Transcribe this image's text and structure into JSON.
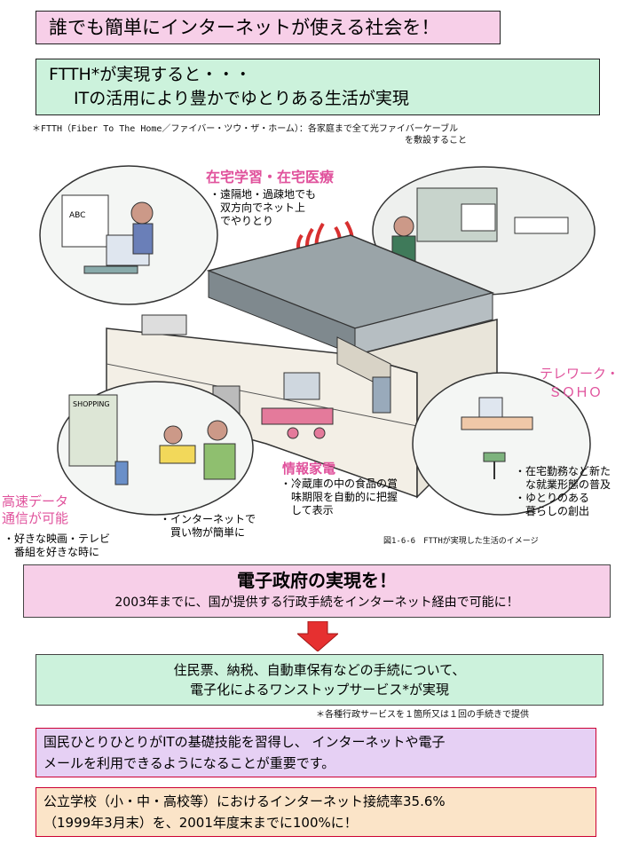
{
  "header": {
    "title": "誰でも簡単にインターネットが使える社会を！"
  },
  "ftth": {
    "line1": "FTTH*が実現すると・・・",
    "line2": "ITの活用により豊かでゆとりある生活が実現",
    "footnote1": "＊FTTH（Fiber To The Home／ファイバー・ツウ・ザ・ホーム）：各家庭まで全て光ファイバーケーブル",
    "footnote2": "を敷設すること"
  },
  "illustration": {
    "remote_label": "在宅学習・在宅医療",
    "remote_desc": [
      "・遠隔地・過疎地でも",
      "　双方向でネット上",
      "　でやりとり"
    ],
    "telework_label1": "テレワーク・",
    "telework_label2": "ＳＯＨＯ",
    "telework_desc": [
      "・在宅勤務など新た",
      "　な就業形態の普及",
      "・ゆとりのある",
      "　暮らしの創出"
    ],
    "appliance_label": "情報家電",
    "appliance_desc": [
      "・冷蔵庫の中の食品の賞",
      "　味期限を自動的に把握",
      "　して表示"
    ],
    "shopping_desc": [
      "・インターネットで",
      "　買い物が簡単に"
    ],
    "highspeed_label1": "高速データ",
    "highspeed_label2": "通信が可能",
    "highspeed_desc": [
      "・好きな映画・テレビ",
      "　番組を好きな時に"
    ],
    "shop_sign": "SHOPPING",
    "caption": "図1-6-6　FTTHが実現した生活のイメージ"
  },
  "egov": {
    "title": "電子政府の実現を！",
    "subtitle": "2003年までに、国が提供する行政手続をインターネット経由で可能に！"
  },
  "onestop": {
    "line1": "住民票、納税、自動車保有などの手続について、",
    "line2": "電子化によるワンストップサービス*が実現",
    "footnote": "＊各種行政サービスを１箇所又は１回の手続きで提供"
  },
  "literacy": {
    "line1": "国民ひとりひとりがITの基礎技能を習得し、 インターネットや電子",
    "line2": "メールを利用できるようになることが重要です。"
  },
  "school": {
    "line1": "公立学校（小・中・高校等）におけるインターネット接続率35.6%",
    "line2": "（1999年3月末）を、2001年度末までに100%に！"
  },
  "colors": {
    "pink_box": "#f7cfe8",
    "green_box": "#ccf2dc",
    "purple_box": "#e6d0f4",
    "orange_box": "#fbe4c8",
    "pink_text": "#e0529c",
    "arrow": "#e63030"
  }
}
